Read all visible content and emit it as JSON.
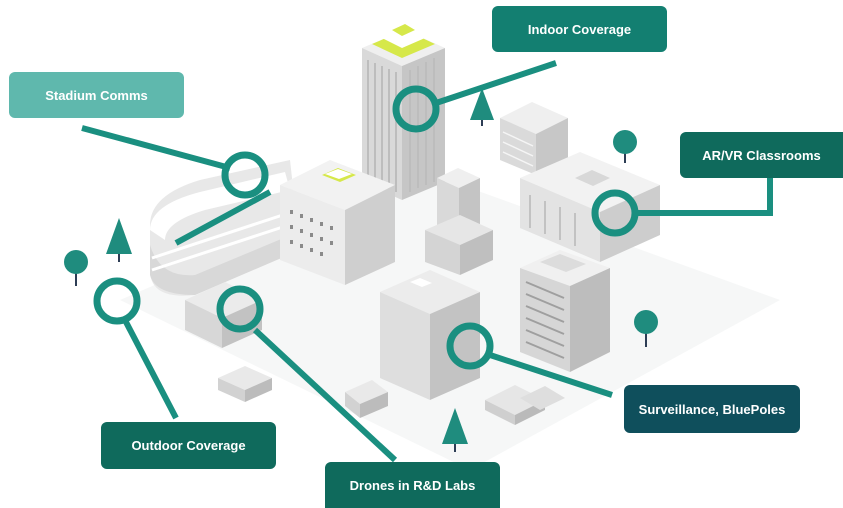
{
  "labels": {
    "stadium": "Stadium Comms",
    "indoor": "Indoor Coverage",
    "arvr": "AR/VR Classrooms",
    "surveillance": "Surveillance, BluePoles",
    "outdoor": "Outdoor Coverage",
    "drones": "Drones in R&D Labs"
  },
  "colors": {
    "marker": "#1a8f80",
    "label_light": "#5fb8ad",
    "label_mid": "#137f71",
    "label_dark": "#0f6a5c",
    "label_navy": "#0f4f5c",
    "building_light": "#f2f2f2",
    "building_mid": "#dcdcdc",
    "building_dark": "#b9b9b9",
    "accent_yellow": "#d6e84a",
    "tree": "#1f8c7e"
  }
}
